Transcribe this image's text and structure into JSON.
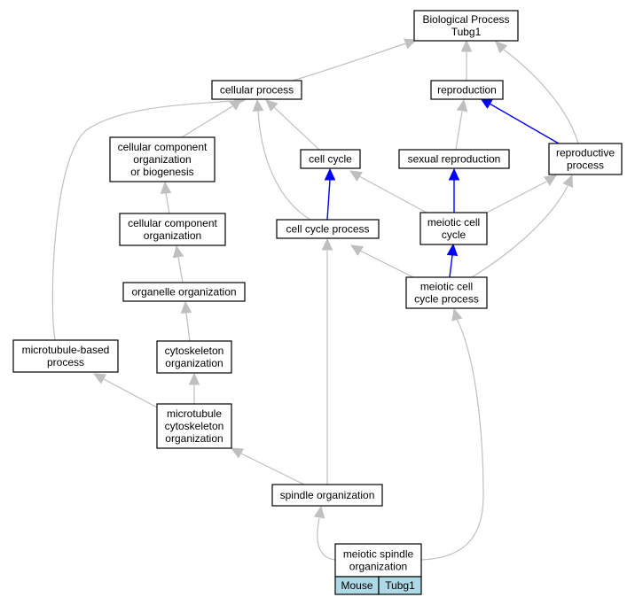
{
  "diagram": {
    "nodes": [
      {
        "id": "root",
        "lines": [
          "Biological Process",
          "Tubg1"
        ]
      },
      {
        "id": "cellular_process",
        "lines": [
          "cellular process"
        ]
      },
      {
        "id": "reproduction",
        "lines": [
          "reproduction"
        ]
      },
      {
        "id": "ccob",
        "lines": [
          "cellular component",
          "organization",
          "or biogenesis"
        ]
      },
      {
        "id": "cell_cycle",
        "lines": [
          "cell cycle"
        ]
      },
      {
        "id": "sexual_reproduction",
        "lines": [
          "sexual reproduction"
        ]
      },
      {
        "id": "reproductive_process",
        "lines": [
          "reproductive",
          "process"
        ]
      },
      {
        "id": "cco",
        "lines": [
          "cellular component",
          "organization"
        ]
      },
      {
        "id": "cell_cycle_process",
        "lines": [
          "cell cycle process"
        ]
      },
      {
        "id": "meiotic_cell_cycle",
        "lines": [
          "meiotic cell",
          "cycle"
        ]
      },
      {
        "id": "organelle_org",
        "lines": [
          "organelle organization"
        ]
      },
      {
        "id": "meiotic_ccp",
        "lines": [
          "meiotic cell",
          "cycle process"
        ]
      },
      {
        "id": "mt_based",
        "lines": [
          "microtubule-based",
          "process"
        ]
      },
      {
        "id": "cytoskeleton_org",
        "lines": [
          "cytoskeleton",
          "organization"
        ]
      },
      {
        "id": "mt_cyto_org",
        "lines": [
          "microtubule",
          "cytoskeleton",
          "organization"
        ]
      },
      {
        "id": "spindle_org",
        "lines": [
          "spindle organization"
        ]
      },
      {
        "id": "meiotic_spindle",
        "lines": [
          "meiotic spindle",
          "organization"
        ]
      }
    ],
    "gene_row": {
      "species": "Mouse",
      "gene": "Tubg1"
    },
    "edges": [
      {
        "from": "cellular_process",
        "to": "root",
        "color": "gray"
      },
      {
        "from": "reproduction",
        "to": "root",
        "color": "gray"
      },
      {
        "from": "reproductive_process",
        "to": "root",
        "color": "gray"
      },
      {
        "from": "ccob",
        "to": "cellular_process",
        "color": "gray"
      },
      {
        "from": "cell_cycle",
        "to": "cellular_process",
        "color": "gray"
      },
      {
        "from": "cell_cycle_process",
        "to": "cellular_process",
        "color": "gray"
      },
      {
        "from": "mt_based",
        "to": "cellular_process",
        "color": "gray"
      },
      {
        "from": "sexual_reproduction",
        "to": "reproduction",
        "color": "gray"
      },
      {
        "from": "reproductive_process",
        "to": "reproduction",
        "color": "blue"
      },
      {
        "from": "cco",
        "to": "ccob",
        "color": "gray"
      },
      {
        "from": "cell_cycle_process",
        "to": "cell_cycle",
        "color": "blue"
      },
      {
        "from": "meiotic_cell_cycle",
        "to": "cell_cycle",
        "color": "gray"
      },
      {
        "from": "meiotic_cell_cycle",
        "to": "sexual_reproduction",
        "color": "blue"
      },
      {
        "from": "meiotic_cell_cycle",
        "to": "reproductive_process",
        "color": "gray"
      },
      {
        "from": "meiotic_ccp",
        "to": "reproductive_process",
        "color": "gray"
      },
      {
        "from": "organelle_org",
        "to": "cco",
        "color": "gray"
      },
      {
        "from": "meiotic_ccp",
        "to": "cell_cycle_process",
        "color": "gray"
      },
      {
        "from": "spindle_org",
        "to": "cell_cycle_process",
        "color": "gray"
      },
      {
        "from": "meiotic_ccp",
        "to": "meiotic_cell_cycle",
        "color": "blue"
      },
      {
        "from": "cytoskeleton_org",
        "to": "organelle_org",
        "color": "gray"
      },
      {
        "from": "mt_cyto_org",
        "to": "mt_based",
        "color": "gray"
      },
      {
        "from": "mt_cyto_org",
        "to": "cytoskeleton_org",
        "color": "gray"
      },
      {
        "from": "spindle_org",
        "to": "mt_cyto_org",
        "color": "gray"
      },
      {
        "from": "meiotic_spindle",
        "to": "spindle_org",
        "color": "gray"
      },
      {
        "from": "meiotic_spindle",
        "to": "meiotic_ccp",
        "color": "gray"
      }
    ],
    "colors": {
      "gray_edge": "#bfbfbf",
      "blue_edge": "#0000ff",
      "gene_fill": "#add8e6"
    }
  }
}
